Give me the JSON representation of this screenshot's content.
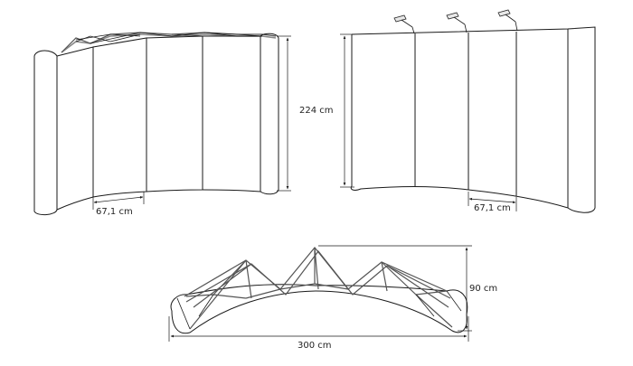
{
  "labels": {
    "height": "224 cm",
    "panel_width_left": "67,1 cm",
    "panel_width_right": "67,1 cm",
    "depth": "90 cm",
    "width": "300 cm"
  }
}
